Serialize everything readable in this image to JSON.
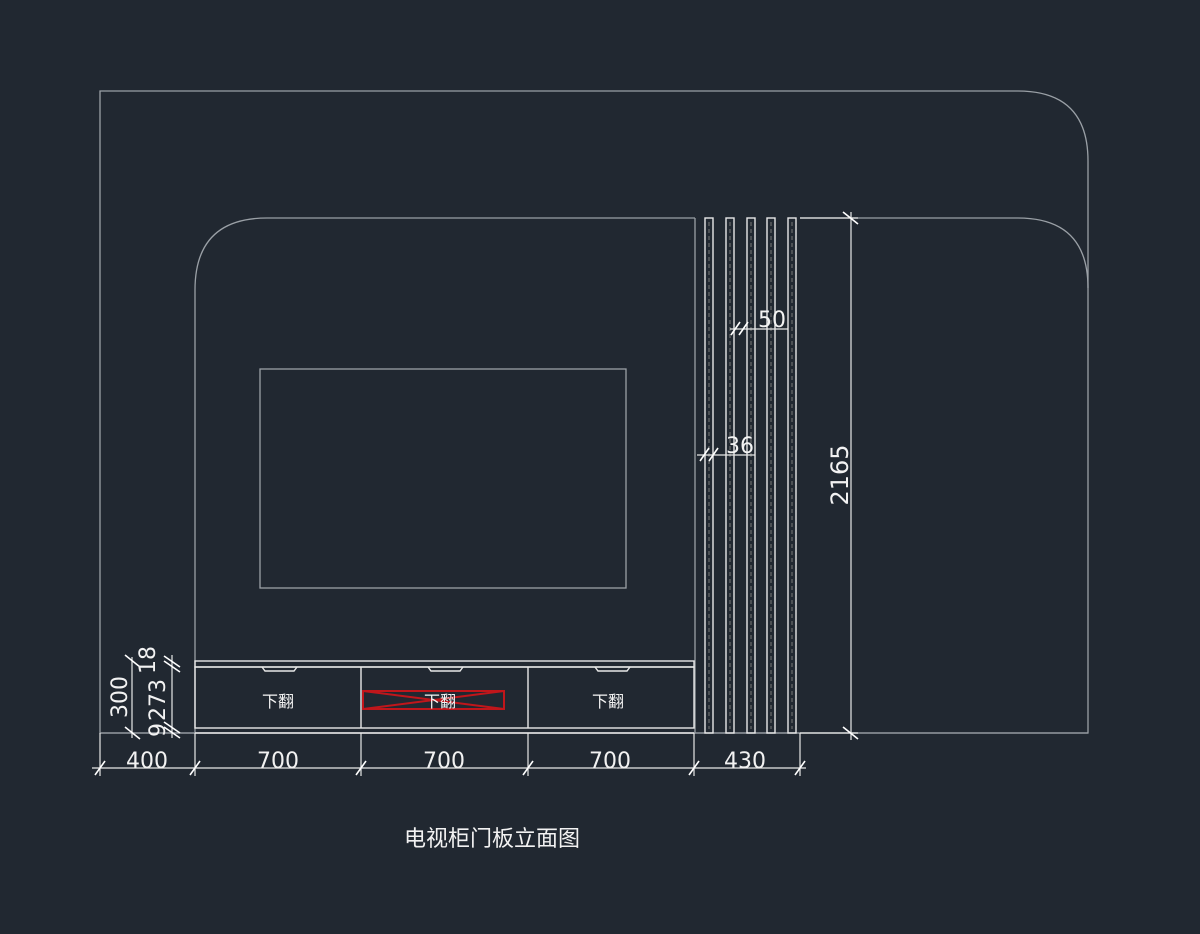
{
  "drawing": {
    "title": "电视柜门板立面图",
    "door_label": "下翻",
    "colors": {
      "background": "#212831",
      "wall_outline": "#9aa0a6",
      "linework": "#e8e8e8",
      "highlight": "#c0161b"
    },
    "dimensions": {
      "bottom": [
        "400",
        "700",
        "700",
        "700",
        "430"
      ],
      "overall_height": "2165",
      "fin_gap": "50",
      "fin_width": "36",
      "cabinet_height": "300",
      "cabinet_top_panel": "18",
      "cabinet_door": "273",
      "cabinet_base": "9"
    }
  }
}
